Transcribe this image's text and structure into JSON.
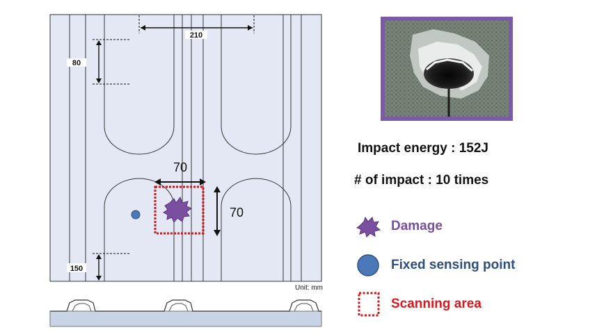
{
  "diagram": {
    "dimensions": {
      "d210": "210",
      "d80": "80",
      "d150": "150",
      "d70_h": "70",
      "d70_v": "70"
    },
    "unit_label": "Unit: mm"
  },
  "info": {
    "impact_energy": "Impact energy : 152J",
    "impact_count": "# of impact : 10 times"
  },
  "legend": [
    {
      "label": "Damage",
      "color": "#7b4fa0",
      "icon": "damage-icon"
    },
    {
      "label": "Fixed sensing point",
      "color": "#2f4f7f",
      "icon": "sensing-point-icon"
    },
    {
      "label": "Scanning area",
      "color": "#e0161b",
      "icon": "scanning-area-icon"
    }
  ],
  "colors": {
    "panel_fill": "#e3e8f4",
    "photo_border": "#7b5aa6",
    "sensing_point": "#4a78b8",
    "damage": "#7b4fa0",
    "scan_box": "#d01616"
  }
}
